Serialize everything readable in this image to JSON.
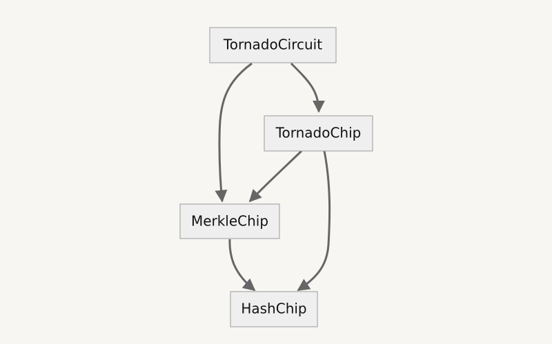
{
  "diagram": {
    "type": "flowchart",
    "direction": "top-down",
    "nodes": {
      "tornado_circuit": "TornadoCircuit",
      "tornado_chip": "TornadoChip",
      "merkle_chip": "MerkleChip",
      "hash_chip": "HashChip"
    },
    "edges": [
      {
        "from": "TornadoCircuit",
        "to": "TornadoChip"
      },
      {
        "from": "TornadoCircuit",
        "to": "MerkleChip"
      },
      {
        "from": "TornadoChip",
        "to": "MerkleChip"
      },
      {
        "from": "TornadoChip",
        "to": "HashChip"
      },
      {
        "from": "MerkleChip",
        "to": "HashChip"
      }
    ],
    "colors": {
      "background": "#f7f6f3",
      "node_fill": "#efefef",
      "node_border": "#9b9b9b",
      "edge": "#666666",
      "text": "#111111"
    }
  }
}
